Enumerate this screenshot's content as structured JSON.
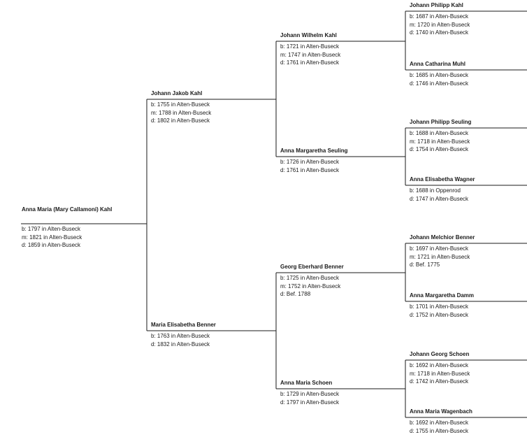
{
  "people": [
    {
      "id": "p1",
      "name": "Anna Maria (Mary Callamoni) Kahl",
      "facts": [
        "b: 1797 in Alten-Buseck",
        "m: 1821 in Alten-Buseck",
        "d: 1859 in Alten-Buseck"
      ]
    },
    {
      "id": "p2",
      "name": "Johann Jakob Kahl",
      "facts": [
        "b: 1755 in Alten-Buseck",
        "m: 1788 in Alten-Buseck",
        "d: 1802 in Alten-Buseck"
      ]
    },
    {
      "id": "p3",
      "name": "Maria Elisabetha Benner",
      "facts": [
        "b: 1763 in Alten-Buseck",
        "d: 1832 in Alten-Buseck"
      ]
    },
    {
      "id": "p4",
      "name": "Johann Wilhelm Kahl",
      "facts": [
        "b: 1721 in Alten-Buseck",
        "m: 1747 in Alten-Buseck",
        "d: 1761 in Alten-Buseck"
      ]
    },
    {
      "id": "p5",
      "name": "Anna Margaretha Seuling",
      "facts": [
        "b: 1726 in Alten-Buseck",
        "d: 1761 in Alten-Buseck"
      ]
    },
    {
      "id": "p6",
      "name": "Georg Eberhard Benner",
      "facts": [
        "b: 1725 in Alten-Buseck",
        "m: 1752 in Alten-Buseck",
        "d: Bef. 1788"
      ]
    },
    {
      "id": "p7",
      "name": "Anna Maria Schoen",
      "facts": [
        "b: 1729 in Alten-Buseck",
        "d: 1797 in Alten-Buseck"
      ]
    },
    {
      "id": "p8",
      "name": "Johann Philipp Kahl",
      "facts": [
        "b: 1687 in Alten-Buseck",
        "m: 1720 in Alten-Buseck",
        "d: 1740 in Alten-Buseck"
      ]
    },
    {
      "id": "p9",
      "name": "Anna Catharina Muhl",
      "facts": [
        "b: 1685 in Alten-Buseck",
        "d: 1746 in Alten-Buseck"
      ]
    },
    {
      "id": "p10",
      "name": "Johann Philipp Seuling",
      "facts": [
        "b: 1688 in Alten-Buseck",
        "m: 1718 in Alten-Buseck",
        "d: 1754 in Alten-Buseck"
      ]
    },
    {
      "id": "p11",
      "name": "Anna Elisabetha Wagner",
      "facts": [
        "b: 1688 in Oppenrod",
        "d: 1747 in Alten-Buseck"
      ]
    },
    {
      "id": "p12",
      "name": "Johann Melchior Benner",
      "facts": [
        "b: 1697 in Alten-Buseck",
        "m: 1721 in Alten-Buseck",
        "d: Bef. 1775"
      ]
    },
    {
      "id": "p13",
      "name": "Anna Margaretha Damm",
      "facts": [
        "b: 1701 in Alten-Buseck",
        "d: 1752 in Alten-Buseck"
      ]
    },
    {
      "id": "p14",
      "name": "Johann Georg Schoen",
      "facts": [
        "b: 1692 in Alten-Buseck",
        "m: 1718 in Alten-Buseck",
        "d: 1742 in Alten-Buseck"
      ]
    },
    {
      "id": "p15",
      "name": "Anna Maria Wagenbach",
      "facts": [
        "b: 1692 in Alten-Buseck",
        "d: 1755 in Alten-Buseck"
      ]
    }
  ]
}
